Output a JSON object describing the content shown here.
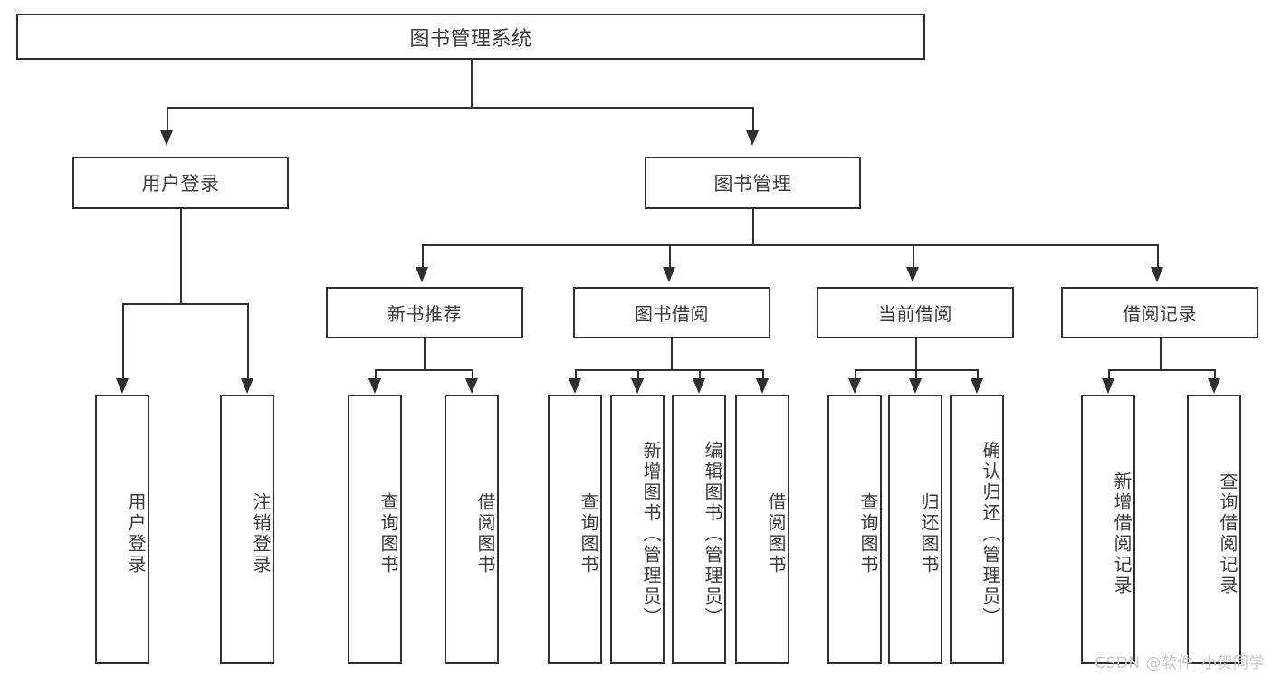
{
  "diagram": {
    "type": "tree-hierarchy",
    "title": "图书管理系统",
    "watermark": "CSDN @软件_小贺同学",
    "colors": {
      "stroke": "#2f2f2f",
      "text": "#3a3a3a",
      "background": "#ffffff",
      "watermark": "#c9c9c9"
    },
    "root": {
      "label": "图书管理系统"
    },
    "level2": [
      {
        "id": "user-login",
        "label": "用户登录"
      },
      {
        "id": "book-manage",
        "label": "图书管理"
      }
    ],
    "level3": [
      {
        "id": "new-book-recommend",
        "label": "新书推荐"
      },
      {
        "id": "book-borrow",
        "label": "图书借阅"
      },
      {
        "id": "current-borrow",
        "label": "当前借阅"
      },
      {
        "id": "borrow-record",
        "label": "借阅记录"
      }
    ],
    "leaves": {
      "user_login": [
        {
          "id": "leaf-user-login",
          "label": "用户登录"
        },
        {
          "id": "leaf-logout-login",
          "label": "注销登录"
        }
      ],
      "new_book_recommend": [
        {
          "id": "leaf-query-book-1",
          "label": "查询图书"
        },
        {
          "id": "leaf-borrow-book-1",
          "label": "借阅图书"
        }
      ],
      "book_borrow": [
        {
          "id": "leaf-query-book-2",
          "label": "查询图书"
        },
        {
          "id": "leaf-add-book",
          "label": "新增图书（管理员）"
        },
        {
          "id": "leaf-edit-book",
          "label": "编辑图书（管理员）"
        },
        {
          "id": "leaf-borrow-book-2",
          "label": "借阅图书"
        }
      ],
      "current_borrow": [
        {
          "id": "leaf-query-book-3",
          "label": "查询图书"
        },
        {
          "id": "leaf-return-book",
          "label": "归还图书"
        },
        {
          "id": "leaf-confirm-return",
          "label": "确认归还（管理员）"
        }
      ],
      "borrow_record": [
        {
          "id": "leaf-add-record",
          "label": "新增借阅记录"
        },
        {
          "id": "leaf-query-record",
          "label": "查询借阅记录"
        }
      ]
    }
  }
}
